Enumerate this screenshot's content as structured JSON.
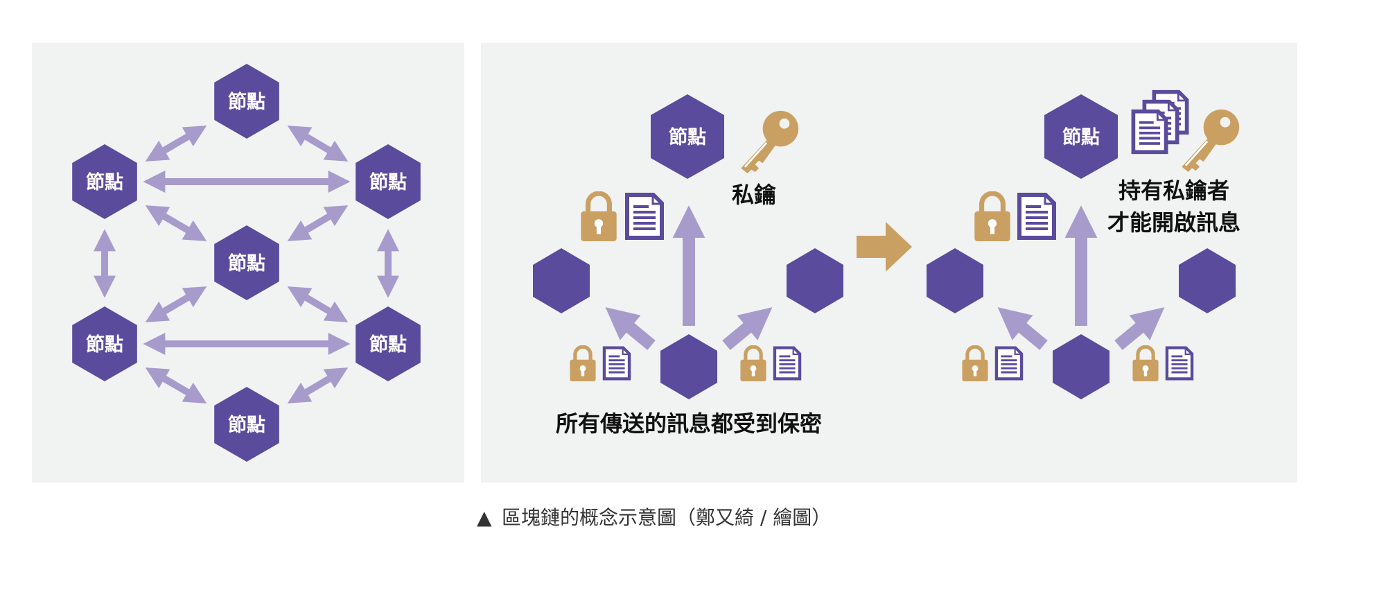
{
  "left_panel": {
    "node_label": "節點"
  },
  "right_panel": {
    "before": {
      "top_node_label": "節點",
      "key_label": "私鑰",
      "bottom_label": "所有傳送的訊息都受到保密"
    },
    "after": {
      "top_node_label": "節點",
      "label_line1": "持有私鑰者",
      "label_line2": "才能開啟訊息"
    }
  },
  "caption": {
    "marker": "▲",
    "text": "區塊鏈的概念示意圖（鄭又綺 / 繪圖）"
  },
  "colors": {
    "node": "#5a4b9c",
    "arrow": "#a79bcb",
    "gold": "#c9a062",
    "panel_bg": "#f1f2f2"
  }
}
